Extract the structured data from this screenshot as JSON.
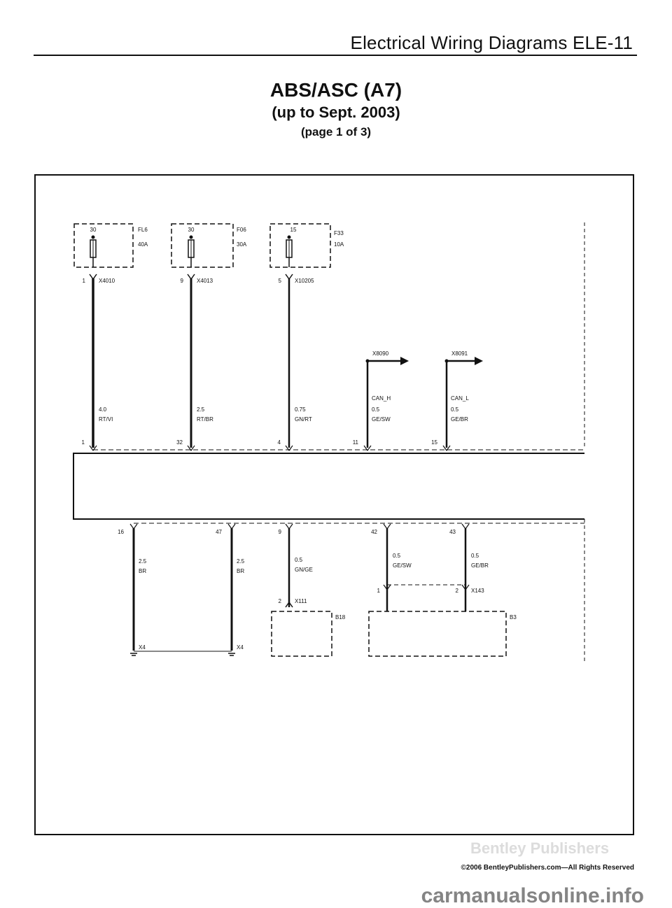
{
  "header": {
    "text": "Electrical Wiring Diagrams   ELE-11"
  },
  "title": "ABS/ASC (A7)",
  "subtitle": "(up to Sept. 2003)",
  "page_note": "(page 1 of 3)",
  "fuses": [
    {
      "terminal": "30",
      "id": "FL6",
      "rating": "40A",
      "pin": "1",
      "connector": "X4010"
    },
    {
      "terminal": "30",
      "id": "F06",
      "rating": "30A",
      "pin": "9",
      "connector": "X4013"
    },
    {
      "terminal": "15",
      "id": "F33",
      "rating": "10A",
      "pin": "5",
      "connector": "X10205"
    }
  ],
  "can_connectors": [
    {
      "id": "X8090",
      "signal": "CAN_H",
      "size": "0.5",
      "color": "GE/SW"
    },
    {
      "id": "X8091",
      "signal": "CAN_L",
      "size": "0.5",
      "color": "GE/BR"
    }
  ],
  "top_wires": [
    {
      "size": "4.0",
      "color": "RT/VI",
      "pin": "1"
    },
    {
      "size": "2.5",
      "color": "RT/BR",
      "pin": "32"
    },
    {
      "size": "0.75",
      "color": "GN/RT",
      "pin": "4"
    },
    {
      "pin": "11"
    },
    {
      "pin": "15"
    }
  ],
  "bottom_wires": [
    {
      "pin": "16",
      "size": "2.5",
      "color": "BR",
      "ground": "X4"
    },
    {
      "pin": "47",
      "size": "2.5",
      "color": "BR",
      "ground": "X4"
    },
    {
      "pin": "9",
      "size": "0.5",
      "color": "GN/GE"
    },
    {
      "pin": "42",
      "size": "0.5",
      "color": "GE/SW"
    },
    {
      "pin": "43",
      "size": "0.5",
      "color": "GE/BR"
    }
  ],
  "sensors": {
    "b18": {
      "id": "B18",
      "connector": "X111",
      "pin": "2"
    },
    "b3": {
      "id": "B3",
      "connector": "X143",
      "pin_left": "1",
      "pin_right": "2"
    }
  },
  "watermark_ghost": "Bentley Publishers",
  "footer": "©2006 BentleyPublishers.com—All Rights Reserved",
  "watermark": "carmanualsonline.info"
}
